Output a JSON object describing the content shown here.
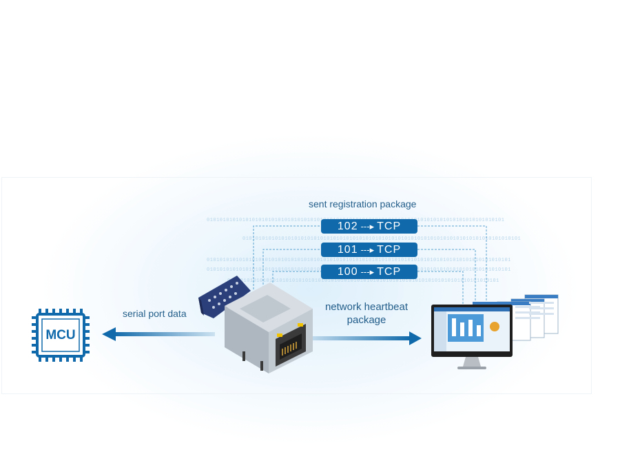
{
  "mcu": {
    "label": "MCU",
    "icon": "chip-icon"
  },
  "labels": {
    "registration": "sent registration package",
    "serial": "serial port data",
    "heartbeat_line1": "network heartbeat",
    "heartbeat_line2": "package"
  },
  "packets": [
    {
      "id": "102",
      "protocol": "TCP"
    },
    {
      "id": "101",
      "protocol": "TCP"
    },
    {
      "id": "100",
      "protocol": "TCP"
    }
  ],
  "colors": {
    "accent": "#0f69aa",
    "text": "#235e8a",
    "dashed_line": "#5aa3d0"
  }
}
